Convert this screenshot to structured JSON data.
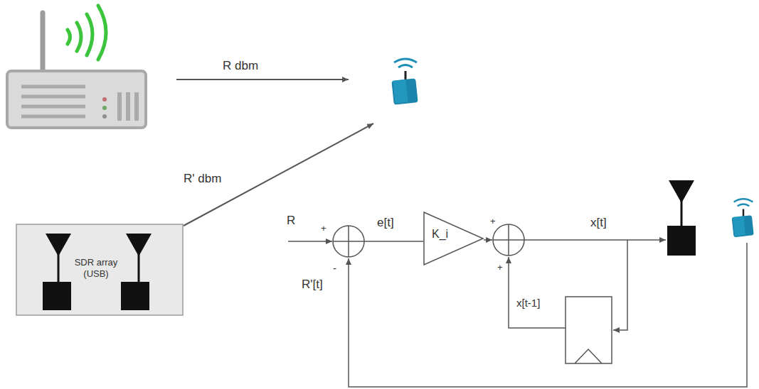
{
  "diagram": {
    "nodes": [
      {
        "text": [
          "SDR array (USB)"
        ]
      },
      {
        "text": [
          "K_i"
        ]
      }
    ],
    "labels": [
      "R dbm",
      "R' dbm",
      "R",
      "+",
      "-",
      "e[t]",
      "+",
      "+",
      "x[t]",
      "x[t-1]",
      "R'[t]"
    ]
  }
}
